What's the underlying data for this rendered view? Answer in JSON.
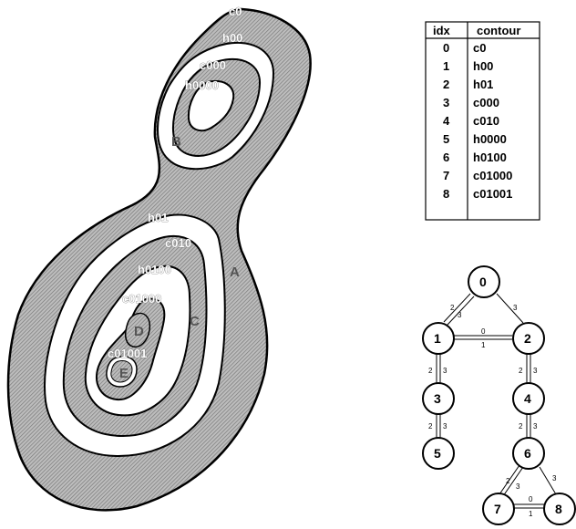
{
  "contour_labels": [
    "c0",
    "h00",
    "c000",
    "h0000",
    "h01",
    "c010",
    "h0100",
    "c01000",
    "c01001"
  ],
  "region_labels": [
    "A",
    "B",
    "C",
    "D",
    "E"
  ],
  "table": {
    "headers": [
      "idx",
      "contour"
    ],
    "rows": [
      [
        "0",
        "c0"
      ],
      [
        "1",
        "h00"
      ],
      [
        "2",
        "h01"
      ],
      [
        "3",
        "c000"
      ],
      [
        "4",
        "c010"
      ],
      [
        "5",
        "h0000"
      ],
      [
        "6",
        "h0100"
      ],
      [
        "7",
        "c01000"
      ],
      [
        "8",
        "c01001"
      ]
    ]
  },
  "graph": {
    "nodes": [
      "0",
      "1",
      "2",
      "3",
      "4",
      "5",
      "6",
      "7",
      "8"
    ],
    "edge_labels": {
      "e01_a": "2",
      "e01_b": "3",
      "e02": "3",
      "e12_a": "0",
      "e12_b": "1",
      "e13_a": "2",
      "e13_b": "3",
      "e24_a": "2",
      "e24_b": "3",
      "e35_a": "2",
      "e35_b": "3",
      "e46_a": "2",
      "e46_b": "3",
      "e67_a": "2",
      "e67_b": "3",
      "e68": "3",
      "e78_a": "0",
      "e78_b": "1"
    }
  },
  "colors": {
    "fill_hatch": "#9a9a9a",
    "outline": "#000000",
    "background": "#ffffff"
  }
}
